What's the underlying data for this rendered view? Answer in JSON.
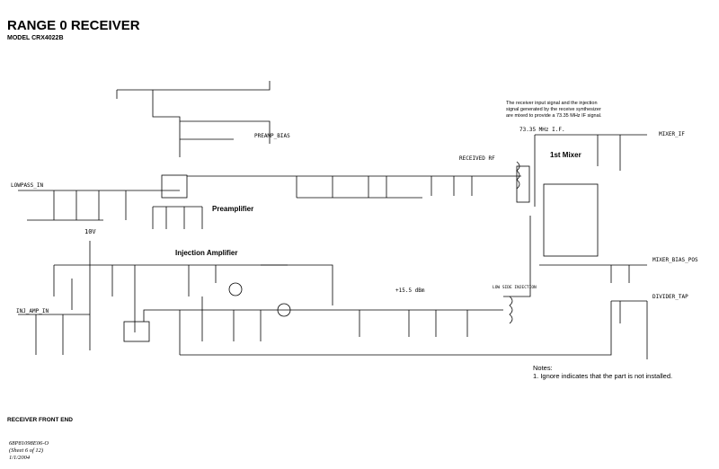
{
  "header": {
    "title": "RANGE 0 RECEIVER",
    "model": "MODEL CRX4022B"
  },
  "sections": {
    "preamplifier": "Preamplifier",
    "injection_amplifier": "Injection Amplifier",
    "first_mixer": "1st Mixer"
  },
  "nets": {
    "lowpass_in": "LOWPASS_IN",
    "preamp_bias": "PREAMP_BIAS",
    "received_rf": "RECEIVED RF",
    "mixer_if": "MIXER_IF",
    "if_freq": "73.35 MHz  I.F.",
    "mixer_bias_pos": "MIXER_BIAS_POS",
    "divider_tap": "DIVIDER_TAP",
    "inj_amp_in": "INJ_AMP_IN",
    "supply_10v": "10V",
    "injection_level": "+15.5 dBm",
    "low_side_injection": "LOW SIDE INJECTION"
  },
  "description": "The receiver input signal and the injection signal generated by the receive synthesizer are mixed to provide a 73.35 MHz IF signal.",
  "notes": {
    "heading": "Notes:",
    "items": [
      "1. Ignore indicates that the part is not installed."
    ]
  },
  "footer": {
    "section": "RECEIVER FRONT END",
    "doc_number": "68P81098E06-O",
    "sheet": "(Sheet 6 of 12)",
    "date": "1/1/2004"
  }
}
